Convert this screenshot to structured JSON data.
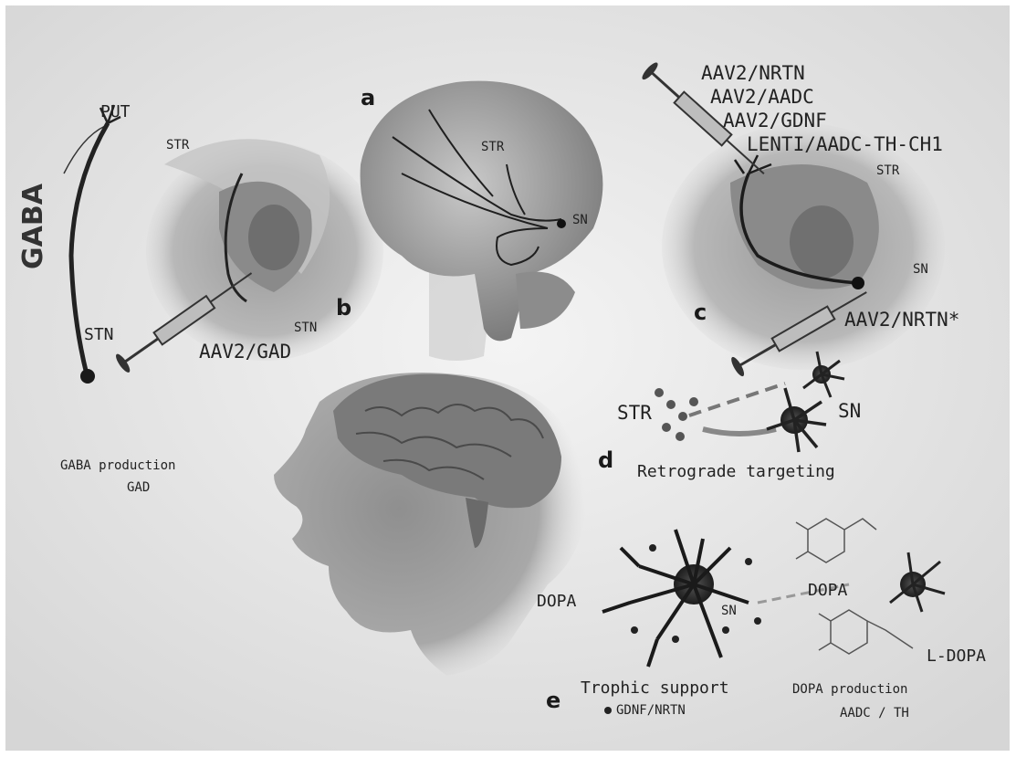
{
  "panels": {
    "a": "a",
    "b": "b",
    "c": "c",
    "d": "d",
    "e": "e"
  },
  "panel_b": {
    "gaba": "GABA",
    "put": "PUT",
    "str": "STR",
    "stn_left": "STN",
    "stn_inner": "STN",
    "vector": "AAV2/GAD",
    "caption_line1": "GABA production",
    "caption_line2": "GAD"
  },
  "panel_a": {
    "str": "STR",
    "sn": "SN"
  },
  "panel_c": {
    "vectors": [
      "AAV2/NRTN",
      "AAV2/AADC",
      "AAV2/GDNF",
      "LENTI/AADC-TH-CH1"
    ],
    "str": "STR",
    "sn": "SN",
    "vector_sn": "AAV2/NRTN*"
  },
  "panel_d": {
    "str": "STR",
    "sn": "SN",
    "caption": "Retrograde targeting"
  },
  "panel_e": {
    "dopa_left": "DOPA",
    "sn": "SN",
    "dopa_right": "DOPA",
    "ldopa": "L-DOPA",
    "trophic_line1": "Trophic support",
    "trophic_line2": "GDNF/NRTN",
    "dopa_prod_line1": "DOPA production",
    "dopa_prod_line2": "AADC / TH"
  }
}
